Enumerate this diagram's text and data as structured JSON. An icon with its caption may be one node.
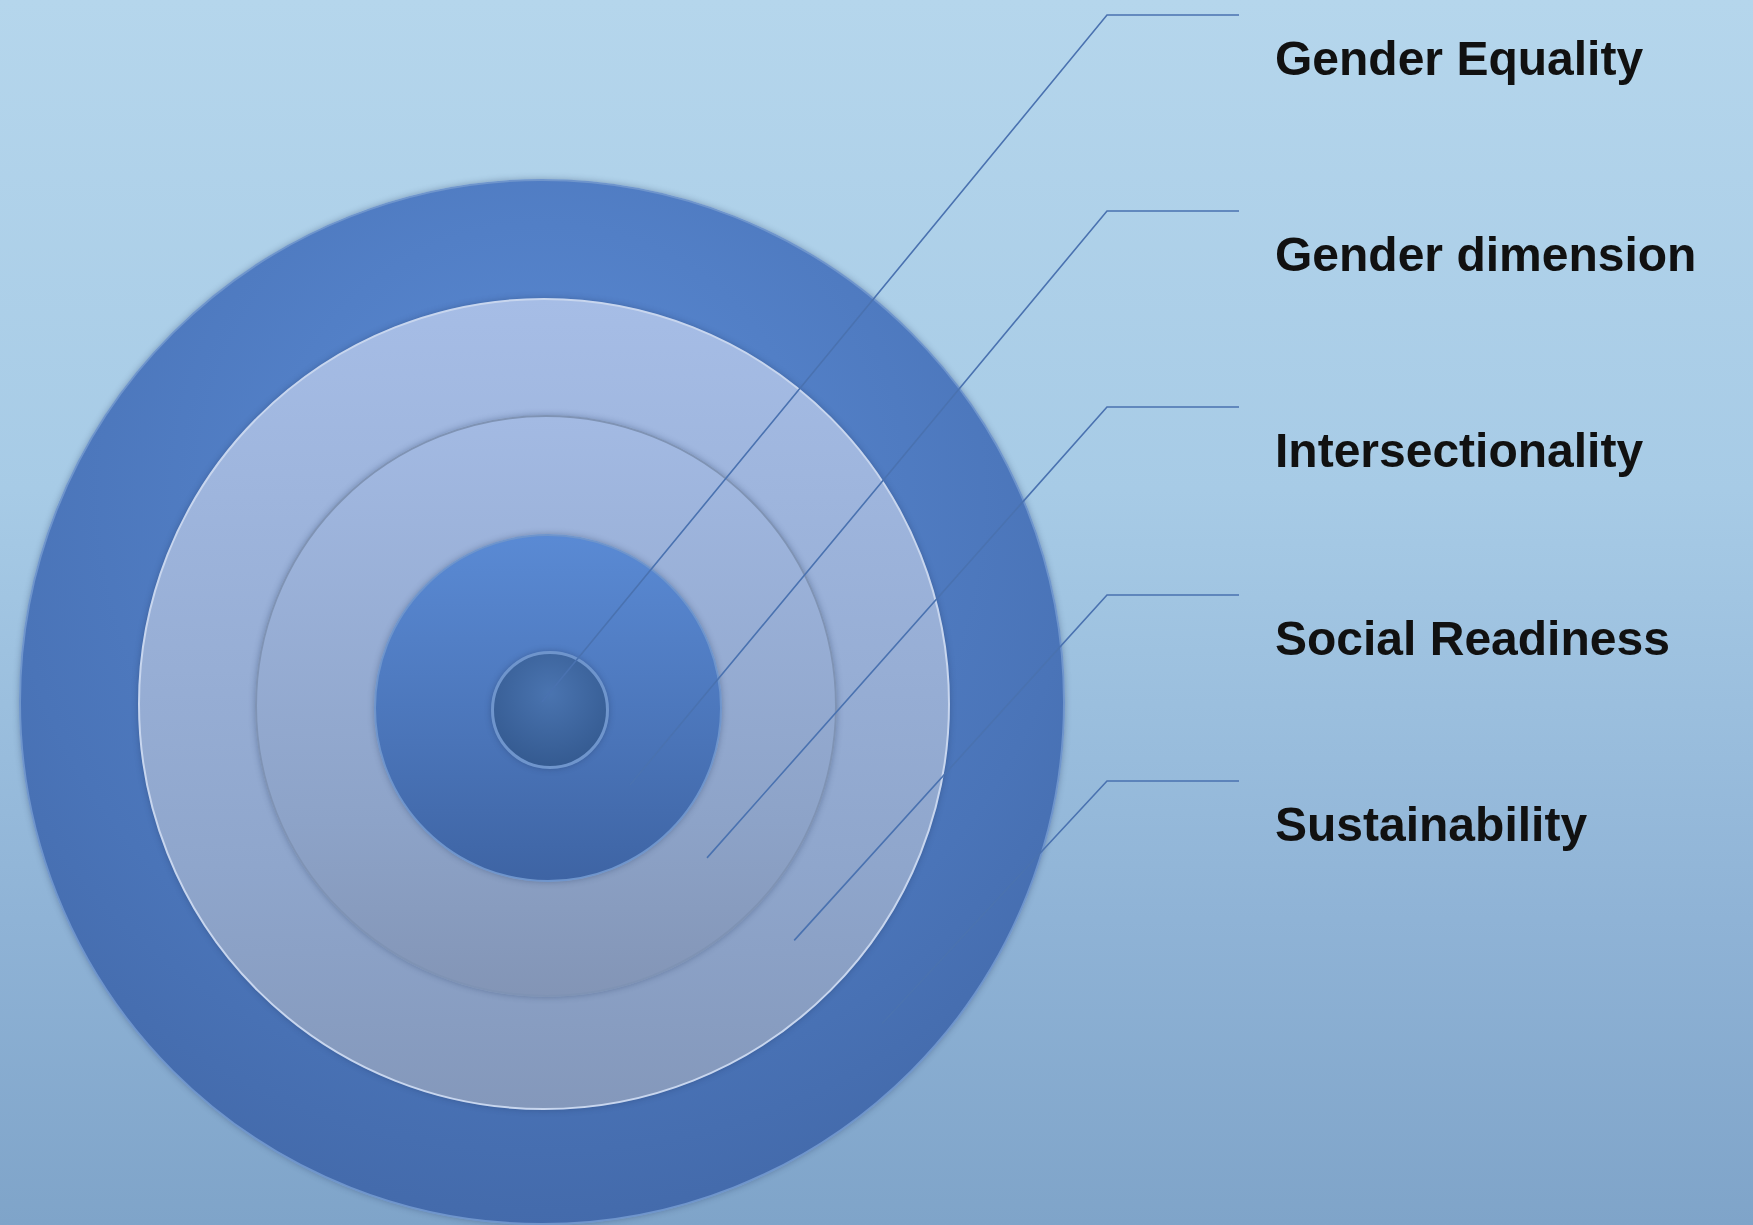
{
  "diagram": {
    "nodes": [
      {
        "text": [],
        "shape": "circle"
      },
      {
        "text": [],
        "shape": "circle",
        "in": 0
      },
      {
        "text": [],
        "shape": "circle",
        "in": 1
      },
      {
        "text": [],
        "shape": "circle",
        "in": 2
      },
      {
        "text": [],
        "shape": "circle",
        "in": 3
      },
      {
        "text": [
          "Gender Equality"
        ]
      },
      {
        "text": [
          "Gender dimension"
        ]
      },
      {
        "text": [
          "Intersectionality"
        ]
      },
      {
        "text": [
          "Social Readiness"
        ]
      },
      {
        "text": [
          "Sustainability"
        ]
      }
    ],
    "edges": [
      {
        "from": 5,
        "to": 4,
        "arrow": "none"
      },
      {
        "from": 6,
        "to": 3,
        "arrow": "none"
      },
      {
        "from": 7,
        "to": 2,
        "arrow": "none"
      },
      {
        "from": 8,
        "to": 1,
        "arrow": "none"
      },
      {
        "from": 9,
        "to": 0,
        "arrow": "none"
      }
    ]
  }
}
